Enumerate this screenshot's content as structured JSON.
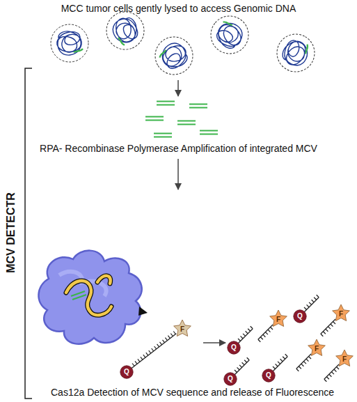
{
  "diagram": {
    "nodes": [
      {
        "text": [
          "F"
        ]
      },
      {
        "text": [
          "Q"
        ]
      },
      {
        "text": [
          "F"
        ]
      },
      {
        "text": [
          "F"
        ]
      },
      {
        "text": [
          "F"
        ]
      },
      {
        "text": [
          "F"
        ]
      },
      {
        "text": [
          "Q"
        ]
      },
      {
        "text": [
          "Q"
        ]
      },
      {
        "text": [
          "Q"
        ]
      },
      {
        "text": [
          "Q"
        ]
      }
    ],
    "edges": [
      {
        "from": 1,
        "to": 0,
        "arrow": "none"
      }
    ],
    "labels": [
      "MCC tumor cells gently lysed to access Genomic DNA",
      "RPA- Recombinase Polymerase Amplification of integrated MCV",
      "Cas12a Detection of MCV sequence and release of Fluorescence",
      "MCV DETECTR"
    ]
  }
}
